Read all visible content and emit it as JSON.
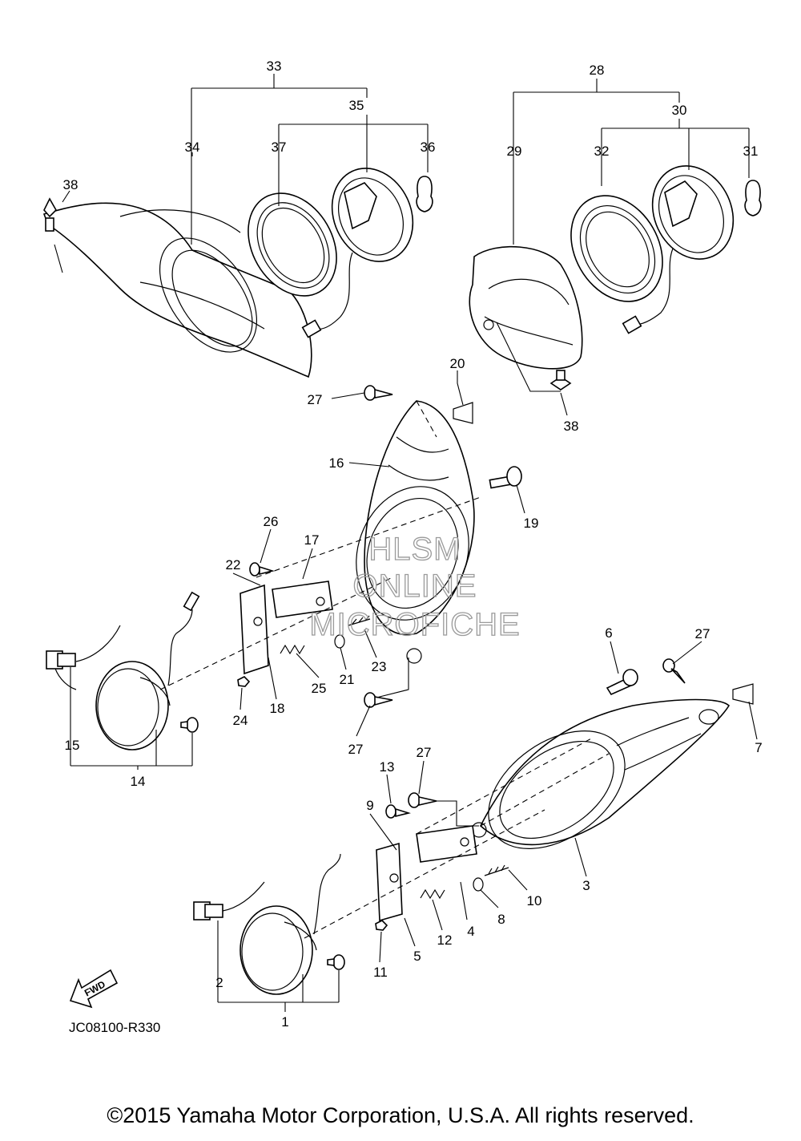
{
  "diagram": {
    "code": "JC08100-R330",
    "fwd_label": "FWD",
    "watermark": [
      "HLSM",
      "ONLINE",
      "MICROFICHE"
    ],
    "callouts": [
      "1",
      "2",
      "3",
      "4",
      "5",
      "6",
      "7",
      "8",
      "9",
      "10",
      "11",
      "12",
      "13",
      "14",
      "15",
      "16",
      "17",
      "18",
      "19",
      "20",
      "21",
      "22",
      "23",
      "24",
      "25",
      "26",
      "27",
      "27",
      "27",
      "27",
      "28",
      "29",
      "30",
      "31",
      "32",
      "33",
      "34",
      "35",
      "36",
      "37",
      "38",
      "38"
    ]
  },
  "footer": {
    "copyright": "©2015 Yamaha Motor Corporation, U.S.A. All rights reserved."
  }
}
